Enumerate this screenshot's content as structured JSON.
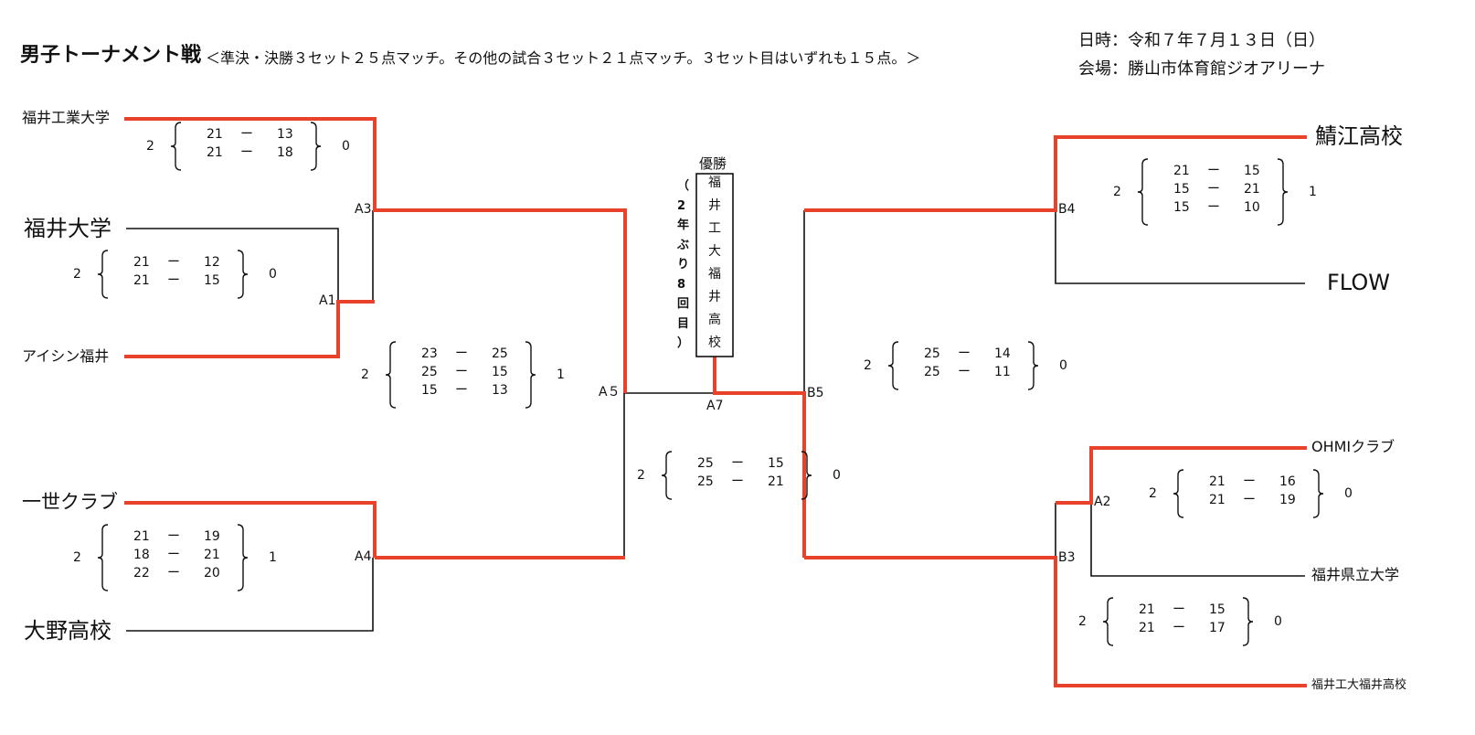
{
  "header": {
    "title": "男子トーナメント戦",
    "subtitle": "＜準決・決勝３セット２５点マッチ。その他の試合３セット２１点マッチ。３セット目はいずれも１５点。＞",
    "date": "日時：令和７年７月１３日（日）",
    "venue": "会場：勝山市体育館ジオアリーナ"
  },
  "teams": {
    "fukui_kogyo": "福井工業大学",
    "fukui_univ": "福井大学",
    "aisin": "アイシン福井",
    "issei": "一世クラブ",
    "ono": "大野高校",
    "sabae": "鯖江高校",
    "flow": "FLOW",
    "ohmi": "OHMIクラブ",
    "kenritsu": "福井県立大学",
    "kodai_fukui": "福井工大福井高校"
  },
  "nodes": {
    "A1": "A1",
    "A2": "A2",
    "A3": "A3",
    "A4": "A4",
    "A5": "A５",
    "A7": "A7",
    "B3": "B3",
    "B4": "B4",
    "B5": "B5"
  },
  "champion": {
    "label": "優勝",
    "name_chars": [
      "福",
      "井",
      "工",
      "大",
      "福",
      "井",
      "高",
      "校"
    ],
    "note_chars": [
      "（",
      "2",
      "年",
      "ぶ",
      "り",
      "8",
      "回",
      "目",
      "）"
    ]
  },
  "matches": {
    "A1": {
      "left": "2",
      "right": "0",
      "sets": [
        [
          "21",
          "ー",
          "12"
        ],
        [
          "21",
          "ー",
          "15"
        ]
      ]
    },
    "A3": {
      "left": "2",
      "right": "0",
      "sets": [
        [
          "21",
          "ー",
          "13"
        ],
        [
          "21",
          "ー",
          "18"
        ]
      ]
    },
    "A4": {
      "left": "2",
      "right": "1",
      "sets": [
        [
          "21",
          "ー",
          "19"
        ],
        [
          "18",
          "ー",
          "21"
        ],
        [
          "22",
          "ー",
          "20"
        ]
      ]
    },
    "A5": {
      "left": "2",
      "right": "1",
      "sets": [
        [
          "23",
          "ー",
          "25"
        ],
        [
          "25",
          "ー",
          "15"
        ],
        [
          "15",
          "ー",
          "13"
        ]
      ]
    },
    "A7": {
      "left": "2",
      "right": "0",
      "sets": [
        [
          "25",
          "ー",
          "15"
        ],
        [
          "25",
          "ー",
          "21"
        ]
      ]
    },
    "B4": {
      "left": "2",
      "right": "1",
      "sets": [
        [
          "21",
          "ー",
          "15"
        ],
        [
          "15",
          "ー",
          "21"
        ],
        [
          "15",
          "ー",
          "10"
        ]
      ]
    },
    "B5": {
      "left": "2",
      "right": "0",
      "sets": [
        [
          "25",
          "ー",
          "14"
        ],
        [
          "25",
          "ー",
          "11"
        ]
      ]
    },
    "A2": {
      "left": "2",
      "right": "0",
      "sets": [
        [
          "21",
          "ー",
          "16"
        ],
        [
          "21",
          "ー",
          "19"
        ]
      ]
    },
    "B3": {
      "left": "2",
      "right": "0",
      "sets": [
        [
          "21",
          "ー",
          "15"
        ],
        [
          "21",
          "ー",
          "17"
        ]
      ]
    }
  },
  "colors": {
    "winner_line": "#e8412c",
    "loser_line": "#111111"
  }
}
